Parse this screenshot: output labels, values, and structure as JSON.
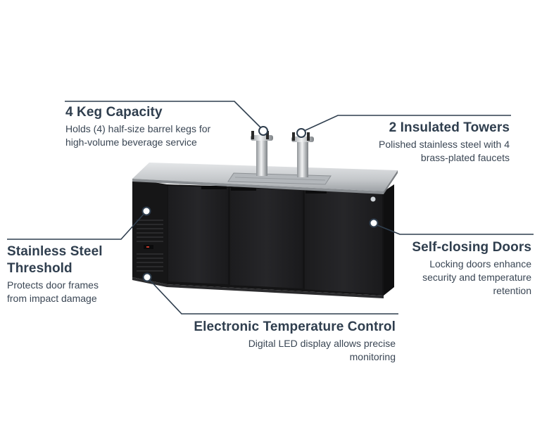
{
  "callouts": {
    "keg_capacity": {
      "title": "4 Keg Capacity",
      "desc_line1": "Holds (4) half-size barrel kegs for",
      "desc_line2": "high-volume beverage service"
    },
    "insulated_towers": {
      "title": "2 Insulated Towers",
      "desc_line1": "Polished stainless steel with 4",
      "desc_line2": "brass-plated faucets"
    },
    "stainless_threshold": {
      "title_line1": "Stainless Steel",
      "title_line2": "Threshold",
      "desc_line1": "Protects door frames",
      "desc_line2": "from impact damage"
    },
    "self_closing_doors": {
      "title": "Self-closing Doors",
      "desc_line1": "Locking doors enhance",
      "desc_line2": "security and temperature",
      "desc_line3": "retention"
    },
    "temperature_control": {
      "title": "Electronic Temperature Control",
      "desc_line1": "Digital LED display allows precise",
      "desc_line2": "monitoring"
    }
  },
  "colors": {
    "text_dark": "#2f3e4e",
    "line": "#2f3e4e",
    "cabinet_black": "#1f1f21",
    "counter_steel": "#c9cccf"
  }
}
